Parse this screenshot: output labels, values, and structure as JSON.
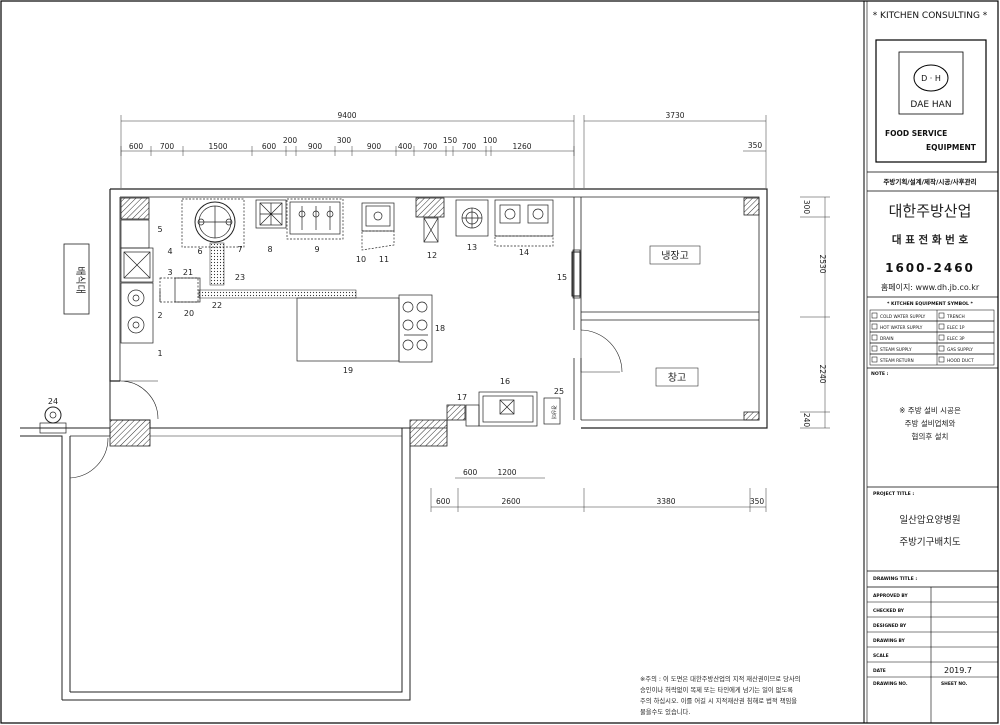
{
  "title_block": {
    "header": "* KITCHEN CONSULTING *",
    "logo_initials": "D · H",
    "logo_name": "DAE HAN",
    "food_service_line1": "FOOD SERVICE",
    "food_service_line2": "EQUIPMENT",
    "services": "주방기획/설계/제작/시공/사후관리",
    "company": "대한주방산업",
    "phone_label": "대 표 전 화 번 호",
    "phone": "1600-2460",
    "homepage": "홈페이지: www.dh.jb.co.kr",
    "symbol_title": "* KITCHEN EQUIPMENT SYMBOL *",
    "symbols": [
      {
        "left": "COLD WATER SUPPLY",
        "right": "TRENCH"
      },
      {
        "left": "HOT WATER SUPPLY",
        "right": "ELEC 1P"
      },
      {
        "left": "DRAIN",
        "right": "ELEC 3P"
      },
      {
        "left": "STEAM SUPPLY",
        "right": "GAS SUPPLY"
      },
      {
        "left": "STEAM RETURN",
        "right": "HOOD DUCT"
      }
    ],
    "note_label": "NOTE :",
    "note_lines": [
      "※ 주방 설비 시공은",
      "주방 설비업체와",
      "협의후 설치"
    ],
    "project_title_label": "PROJECT TITLE :",
    "project_lines": [
      "일산압요양병원",
      "주방기구배치도"
    ],
    "drawing_title_label": "DRAWING TITLE :",
    "rows": [
      {
        "label": "APPROVED BY",
        "value": ""
      },
      {
        "label": "CHECKED BY",
        "value": ""
      },
      {
        "label": "DESIGNED BY",
        "value": ""
      },
      {
        "label": "DRAWING BY",
        "value": ""
      },
      {
        "label": "SCALE",
        "value": ""
      },
      {
        "label": "DATE",
        "value": "2019.7"
      }
    ],
    "drawing_no_label": "DRAWING NO.",
    "sheet_no_label": "SHEET NO."
  },
  "plan": {
    "top_total": "9400",
    "top_right_total": "3730",
    "top_dims": [
      "600",
      "700",
      "1500",
      "600",
      "200",
      "900",
      "300",
      "900",
      "400",
      "700",
      "150",
      "700",
      "100",
      "1260"
    ],
    "top_right_dim": "350",
    "right_dims": [
      "300",
      "2530",
      "2240",
      "240"
    ],
    "bottom_dims": [
      "600",
      "2600",
      "3380",
      "350"
    ],
    "inner_dims": [
      "600",
      "1200"
    ],
    "room_refrigerator": "냉장고",
    "room_storage": "창고",
    "side_label": "배식대",
    "item_numbers": [
      "1",
      "2",
      "3",
      "4",
      "5",
      "6",
      "7",
      "8",
      "9",
      "10",
      "11",
      "12",
      "13",
      "14",
      "15",
      "16",
      "17",
      "18",
      "19",
      "20",
      "21",
      "22",
      "23",
      "24",
      "25"
    ],
    "label_25_text": "경상대"
  },
  "footer_note": [
    "※주의 : 이 도면은 대한주방산업의 지적 재산권이므로 당사의",
    "승인이나 허락없이 복제 또는 타인에게 넘기는 일이 없도록",
    "주의 하십시오. 이를 어길 시 지적재산권 침해로 법적 책임을",
    "물을수도 있습니다."
  ]
}
